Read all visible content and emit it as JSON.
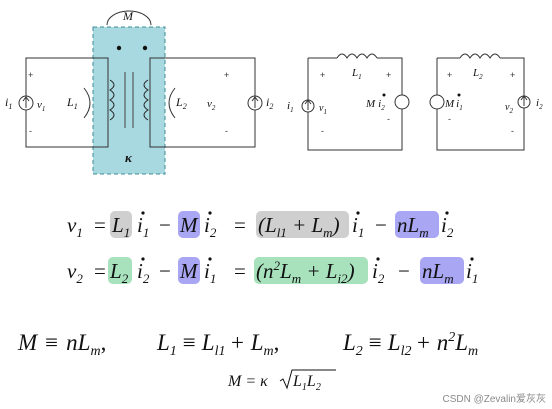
{
  "circuit1": {
    "mutual_label": "M",
    "L1_label": "L",
    "L1_sub": "1",
    "L2_label": "L",
    "L2_sub": "2",
    "i1_label": "i",
    "i1_sub": "1",
    "v1_label": "v",
    "v1_sub": "1",
    "v2_label": "v",
    "v2_sub": "2",
    "i2_label": "i",
    "i2_sub": "2",
    "kappa_label": "κ",
    "plus": "+",
    "minus": "-",
    "core_color": "#a8d8e0"
  },
  "circuit2": {
    "L1_label": "L",
    "L1_sub": "1",
    "i1_label": "i",
    "i1_sub": "1",
    "v1_label": "v",
    "v1_sub": "1",
    "M_label": "M",
    "i2_label": "i",
    "i2_sub": "2",
    "plus": "+",
    "minus": "-"
  },
  "circuit3": {
    "L2_label": "L",
    "L2_sub": "2",
    "M_label": "M",
    "i1_label": "i",
    "i1_sub": "1",
    "v2_label": "v",
    "v2_sub": "2",
    "i2_label": "i",
    "i2_sub": "2",
    "plus": "+",
    "minus": "-"
  },
  "eq1": {
    "lhs": "v",
    "lhs_sub": "1",
    "eq": "=",
    "L": "L",
    "L_sub": "1",
    "i1": "i",
    "i1_sub": "1",
    "minus": "−",
    "M": "M",
    "i2": "i",
    "i2_sub": "2",
    "eq2": "=",
    "paren_open": "(L",
    "Ll_sub": "l1",
    "plus": " + L",
    "Lm_sub": "m",
    "paren_close": ")",
    "i1b": "i",
    "i1b_sub": "1",
    "minus2": "−",
    "nL": "nL",
    "nL_sub": "m",
    "i2b": "i",
    "i2b_sub": "2"
  },
  "eq2": {
    "lhs": "v",
    "lhs_sub": "2",
    "eq": "=",
    "L": "L",
    "L_sub": "2",
    "i2": "i",
    "i2_sub": "2",
    "minus": "−",
    "M": "M",
    "i1": "i",
    "i1_sub": "1",
    "eq2": "=",
    "paren_open": "(n",
    "sq": "2",
    "Lm": "L",
    "Lm_sub": "m",
    "plus": " + L",
    "Li_sub": "i2",
    "paren_close": ")",
    "i2b": "i",
    "i2b_sub": "2",
    "minus2": "−",
    "nL": "nL",
    "nL_sub": "m",
    "i1b": "i",
    "i1b_sub": "1"
  },
  "highlight_colors": {
    "gray": "#cfcfcf",
    "purple": "#a9a6f3",
    "green": "#a7e2bd"
  },
  "defs": {
    "M": "M",
    "equiv": "≡",
    "nL": "nL",
    "nL_sub": "m",
    "comma": ",",
    "L1": "L",
    "L1_sub": "1",
    "Ll1": "L",
    "Ll1_sub": "l1",
    "plusLm": "+ L",
    "Lm_sub": "m",
    "L2": "L",
    "L2_sub": "2",
    "Ll2": "L",
    "Ll2_sub": "l2",
    "plusn": "+ n",
    "sq": "2",
    "Lm2": "L",
    "Lm2_sub": "m"
  },
  "kappa_eq": {
    "M": "M",
    "eq": " = κ",
    "L1": "L",
    "L1_sub": "1",
    "L2": "L",
    "L2_sub": "2"
  },
  "watermark": "CSDN @Zevalin爱灰灰"
}
